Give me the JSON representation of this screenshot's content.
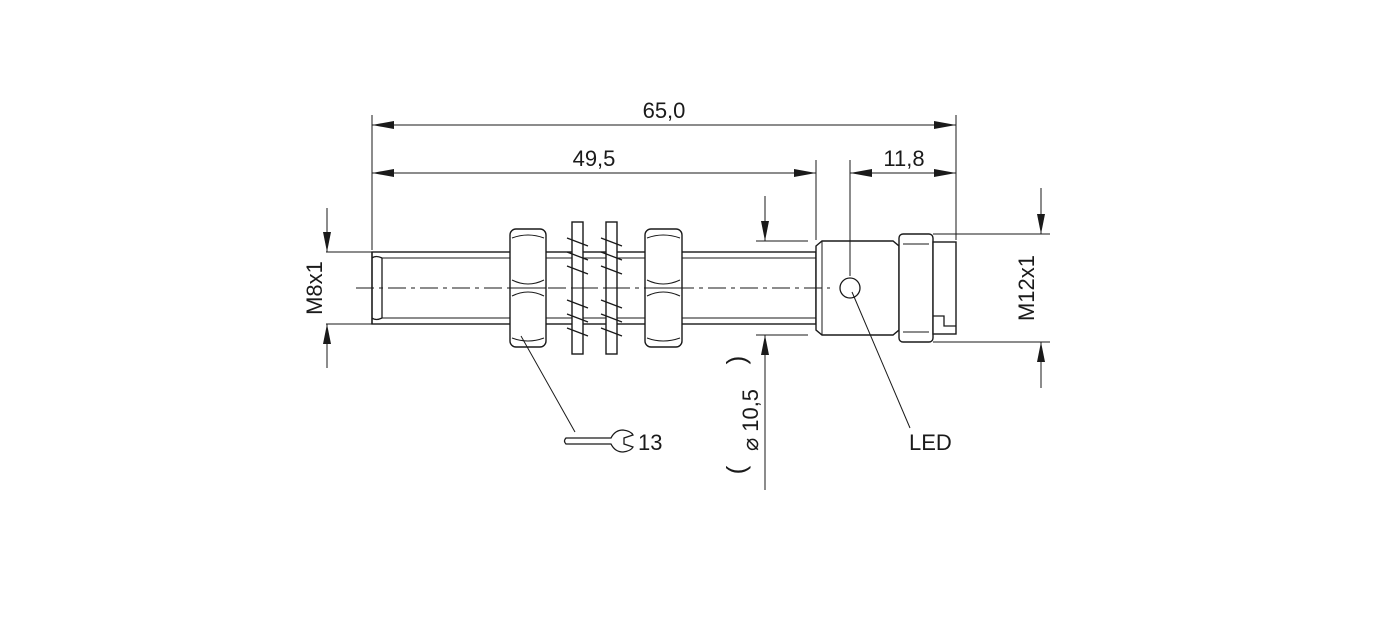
{
  "drawing": {
    "dimensions": {
      "overall_length": "65,0",
      "body_length": "49,5",
      "connector_length": "11,8",
      "diameter": "10,5",
      "thread_front": "M8x1",
      "thread_connector": "M12x1"
    },
    "labels": {
      "wrench_size": "13",
      "led": "LED"
    },
    "symbols": {
      "diameter_symbol": "⌀",
      "paren_open": "(",
      "paren_close": ")"
    }
  }
}
